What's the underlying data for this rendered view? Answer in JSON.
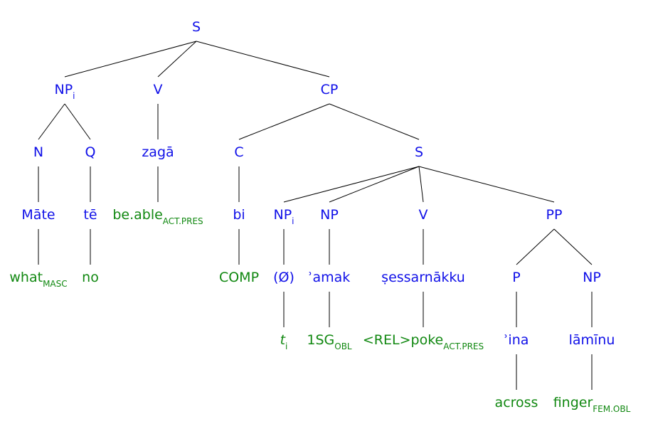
{
  "colors": {
    "category": "#1010e8",
    "gloss": "#118811",
    "line": "#000000"
  },
  "nodes": [
    {
      "id": "S1",
      "text": "S",
      "sub": "",
      "italic": false,
      "kind": "category"
    },
    {
      "id": "NP1",
      "text": "NP",
      "sub": "i",
      "italic": false,
      "kind": "category"
    },
    {
      "id": "V1",
      "text": "V",
      "sub": "",
      "italic": false,
      "kind": "category"
    },
    {
      "id": "CP",
      "text": "CP",
      "sub": "",
      "italic": false,
      "kind": "category"
    },
    {
      "id": "N1",
      "text": "N",
      "sub": "",
      "italic": false,
      "kind": "category"
    },
    {
      "id": "Q1",
      "text": "Q",
      "sub": "",
      "italic": false,
      "kind": "category"
    },
    {
      "id": "zaga",
      "text": "zagā",
      "sub": "",
      "italic": false,
      "kind": "category"
    },
    {
      "id": "C1",
      "text": "C",
      "sub": "",
      "italic": false,
      "kind": "category"
    },
    {
      "id": "S2",
      "text": "S",
      "sub": "",
      "italic": false,
      "kind": "category"
    },
    {
      "id": "Mate",
      "text": "Māte",
      "sub": "",
      "italic": false,
      "kind": "category"
    },
    {
      "id": "te",
      "text": "tē",
      "sub": "",
      "italic": false,
      "kind": "category"
    },
    {
      "id": "beable",
      "text": "be.able",
      "sub": "ACT.PRES",
      "italic": false,
      "kind": "gloss"
    },
    {
      "id": "bi",
      "text": "bi",
      "sub": "",
      "italic": false,
      "kind": "category"
    },
    {
      "id": "NP2",
      "text": "NP",
      "sub": "i",
      "italic": false,
      "kind": "category"
    },
    {
      "id": "NP3",
      "text": "NP",
      "sub": "",
      "italic": false,
      "kind": "category"
    },
    {
      "id": "V2",
      "text": "V",
      "sub": "",
      "italic": false,
      "kind": "category"
    },
    {
      "id": "PP",
      "text": "PP",
      "sub": "",
      "italic": false,
      "kind": "category"
    },
    {
      "id": "what",
      "text": "what",
      "sub": "MASC",
      "italic": false,
      "kind": "gloss"
    },
    {
      "id": "no",
      "text": "no",
      "sub": "",
      "italic": false,
      "kind": "gloss"
    },
    {
      "id": "COMP",
      "text": "COMP",
      "sub": "",
      "italic": false,
      "kind": "gloss"
    },
    {
      "id": "null",
      "text": "(Ø)",
      "sub": "",
      "italic": false,
      "kind": "category"
    },
    {
      "id": "amak",
      "text": "ʾamak",
      "sub": "",
      "italic": false,
      "kind": "category"
    },
    {
      "id": "sessar",
      "text": "ṣessarnākku",
      "sub": "",
      "italic": false,
      "kind": "category"
    },
    {
      "id": "P1",
      "text": "P",
      "sub": "",
      "italic": false,
      "kind": "category"
    },
    {
      "id": "NP4",
      "text": "NP",
      "sub": "",
      "italic": false,
      "kind": "category"
    },
    {
      "id": "trace",
      "text": "t",
      "sub": "i",
      "italic": true,
      "kind": "gloss"
    },
    {
      "id": "1sg",
      "text": "1SG",
      "sub": "OBL",
      "italic": false,
      "kind": "gloss"
    },
    {
      "id": "poke",
      "text": "<REL>poke",
      "sub": "ACT.PRES",
      "italic": false,
      "kind": "gloss"
    },
    {
      "id": "ina",
      "text": "ʾina",
      "sub": "",
      "italic": false,
      "kind": "category"
    },
    {
      "id": "lamin",
      "text": "lāmīnu",
      "sub": "",
      "italic": false,
      "kind": "category"
    },
    {
      "id": "across",
      "text": "across",
      "sub": "",
      "italic": false,
      "kind": "gloss"
    },
    {
      "id": "finger",
      "text": "finger",
      "sub": "FEM.OBL",
      "italic": false,
      "kind": "gloss"
    }
  ],
  "edges": [
    [
      "S1",
      "NP1"
    ],
    [
      "S1",
      "V1"
    ],
    [
      "S1",
      "CP"
    ],
    [
      "NP1",
      "N1"
    ],
    [
      "NP1",
      "Q1"
    ],
    [
      "V1",
      "zaga"
    ],
    [
      "CP",
      "C1"
    ],
    [
      "CP",
      "S2"
    ],
    [
      "N1",
      "Mate"
    ],
    [
      "Q1",
      "te"
    ],
    [
      "zaga",
      "beable"
    ],
    [
      "C1",
      "bi"
    ],
    [
      "S2",
      "NP2"
    ],
    [
      "S2",
      "NP3"
    ],
    [
      "S2",
      "V2"
    ],
    [
      "S2",
      "PP"
    ],
    [
      "Mate",
      "what"
    ],
    [
      "te",
      "no"
    ],
    [
      "bi",
      "COMP"
    ],
    [
      "NP2",
      "null"
    ],
    [
      "NP3",
      "amak"
    ],
    [
      "V2",
      "sessar"
    ],
    [
      "PP",
      "P1"
    ],
    [
      "PP",
      "NP4"
    ],
    [
      "null",
      "trace"
    ],
    [
      "amak",
      "1sg"
    ],
    [
      "sessar",
      "poke"
    ],
    [
      "P1",
      "ina"
    ],
    [
      "NP4",
      "lamin"
    ],
    [
      "ina",
      "across"
    ],
    [
      "lamin",
      "finger"
    ]
  ]
}
